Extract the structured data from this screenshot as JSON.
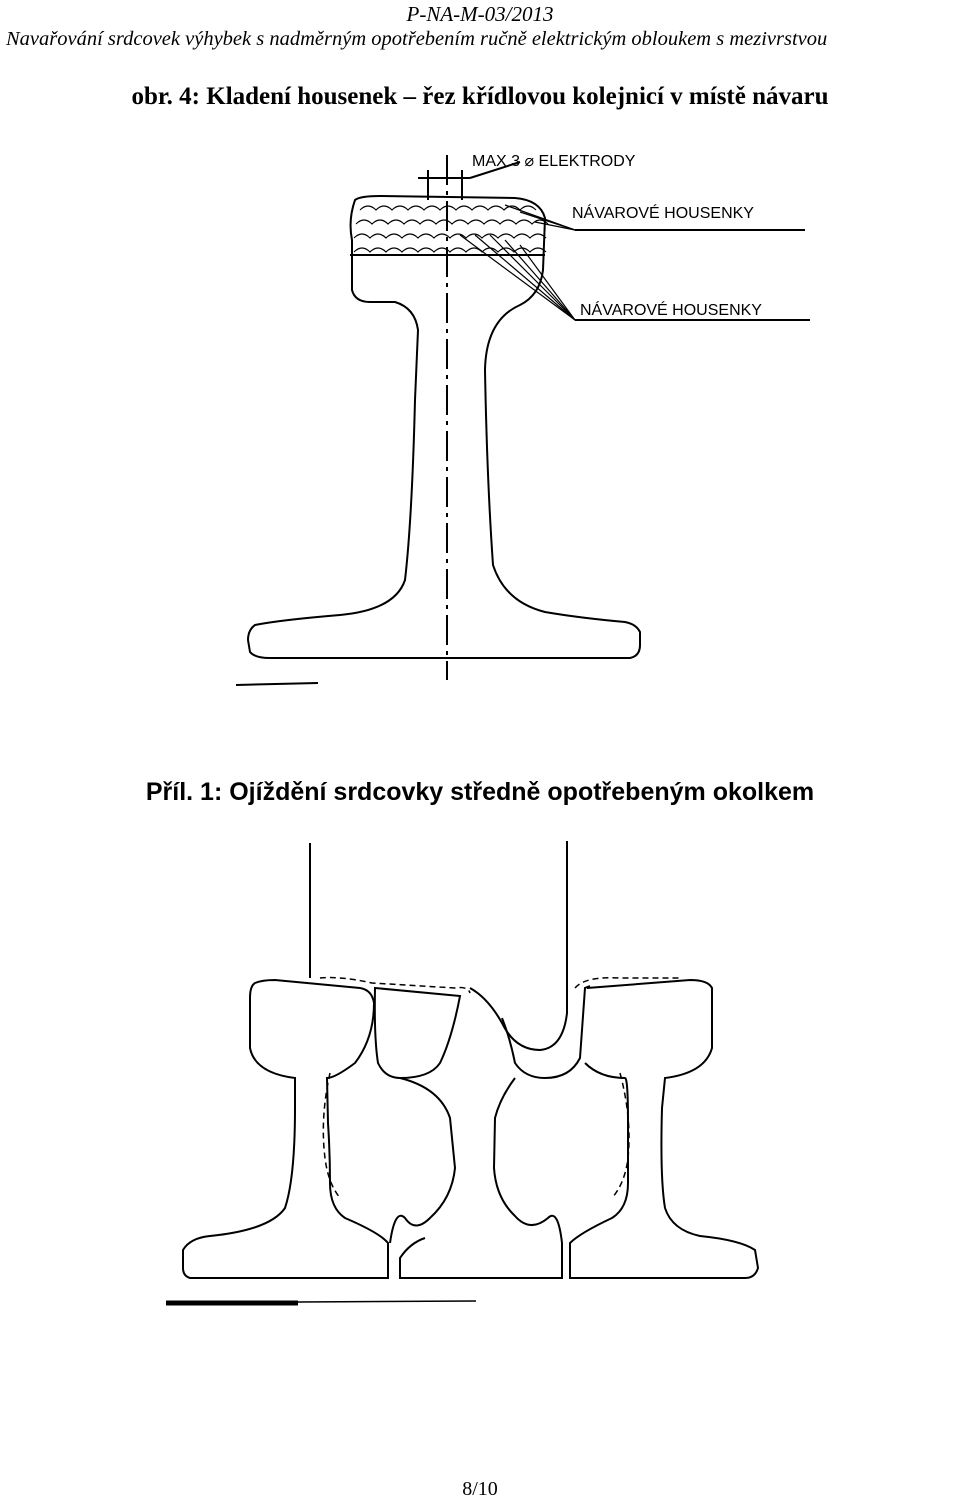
{
  "header": {
    "code": "P-NA-M-03/2013",
    "title": "Navařování srdcovek výhybek s nadměrným opotřebením ručně elektrickým obloukem s mezivrstvou"
  },
  "figure1": {
    "caption": "obr. 4: Kladení housenek – řez křídlovou kolejnicí v místě návaru",
    "label_electrodes": "MAX 3 ⌀ ELEKTRODY",
    "label_beads_upper": "NÁVAROVÉ HOUSENKY",
    "label_beads_lower": "NÁVAROVÉ HOUSENKY"
  },
  "figure2": {
    "caption": "Příl. 1: Ojíždění srdcovky středně opotřebeným okolkem"
  },
  "footer": {
    "page_number": "8/10"
  }
}
